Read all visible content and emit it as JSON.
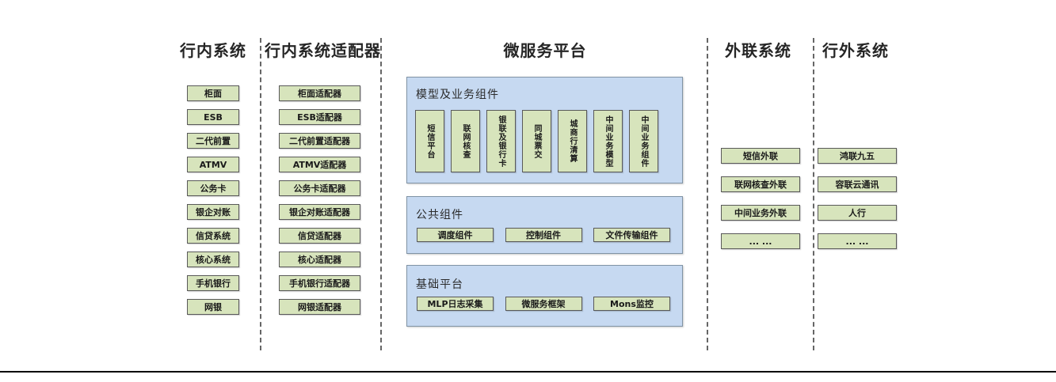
{
  "colors": {
    "node_fill": "#d7e4bc",
    "node_border": "#595959",
    "container_fill": "#c6d9f1",
    "container_border": "#8093a5",
    "divider": "#666666",
    "baseline": "#000000"
  },
  "lanes": {
    "internal": {
      "title": "行内系统",
      "items": [
        "柜面",
        "ESB",
        "二代前置",
        "ATMV",
        "公务卡",
        "银企对账",
        "信贷系统",
        "核心系统",
        "手机银行",
        "网银"
      ]
    },
    "adapters": {
      "title": "行内系统适配器",
      "items": [
        "柜面适配器",
        "ESB适配器",
        "二代前置适配器",
        "ATMV适配器",
        "公务卡适配器",
        "银企对账适配器",
        "信贷适配器",
        "核心适配器",
        "手机银行适配器",
        "网银适配器"
      ]
    },
    "platform": {
      "title": "微服务平台",
      "model_section": {
        "label": "模型及业务组件",
        "items": [
          "短信平台",
          "联网核查",
          "银联及银行卡",
          "同城票交",
          "城商行清算",
          "中间业务模型",
          "中间业务组件"
        ]
      },
      "common_section": {
        "label": "公共组件",
        "items": [
          "调度组件",
          "控制组件",
          "文件传输组件"
        ]
      },
      "base_section": {
        "label": "基础平台",
        "items": [
          "MLP日志采集",
          "微服务框架",
          "Mons监控"
        ]
      }
    },
    "outreach": {
      "title": "外联系统",
      "items": [
        "短信外联",
        "联网核查外联",
        "中间业务外联",
        "... ..."
      ]
    },
    "external": {
      "title": "行外系统",
      "items": [
        "鸿联九五",
        "容联云通讯",
        "人行",
        "... ..."
      ]
    }
  }
}
